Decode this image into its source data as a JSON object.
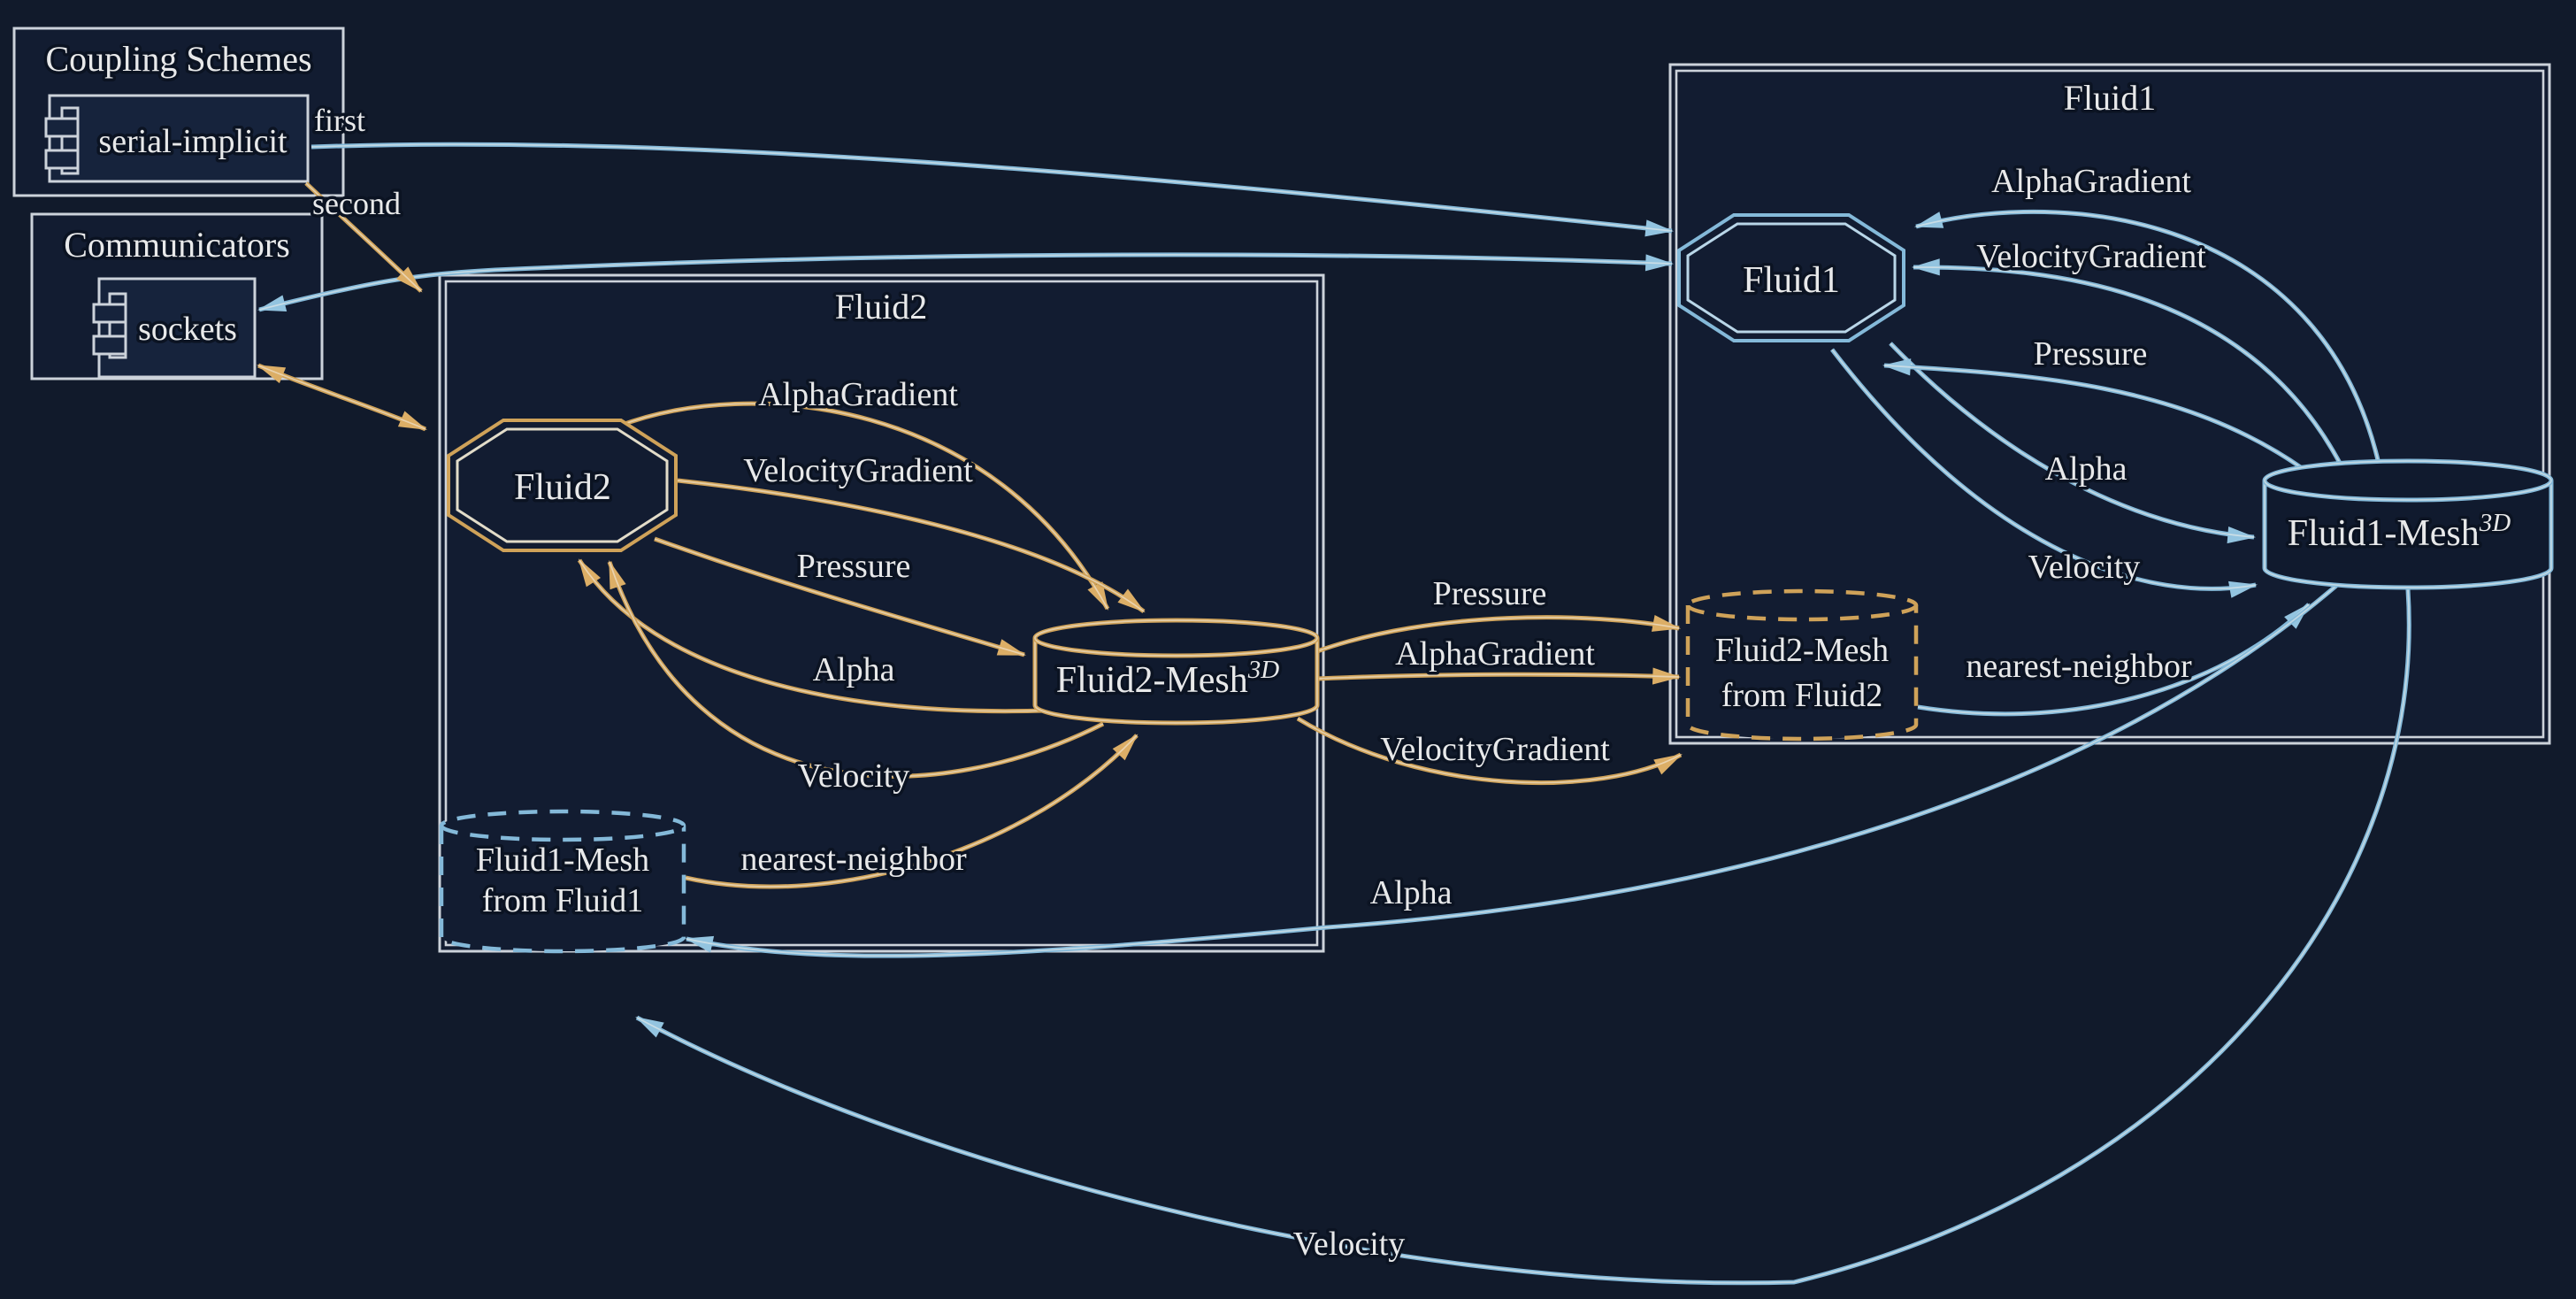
{
  "diagram": {
    "coupling_schemes": {
      "title": "Coupling Schemes",
      "item": "serial-implicit"
    },
    "communicators": {
      "title": "Communicators",
      "item": "sockets"
    },
    "scheme_labels": {
      "first": "first",
      "second": "second"
    },
    "fluid2": {
      "title": "Fluid2",
      "participant": "Fluid2",
      "mesh_name": "Fluid2-Mesh",
      "mesh_sup": "3D",
      "received_mesh_line1": "Fluid1-Mesh",
      "received_mesh_line2": "from Fluid1",
      "writes": [
        "AlphaGradient",
        "VelocityGradient",
        "Pressure"
      ],
      "reads": [
        "Alpha",
        "Velocity"
      ],
      "mapping": "nearest-neighbor"
    },
    "fluid1": {
      "title": "Fluid1",
      "participant": "Fluid1",
      "mesh_name": "Fluid1-Mesh",
      "mesh_sup": "3D",
      "received_mesh_line1": "Fluid2-Mesh",
      "received_mesh_line2": "from Fluid2",
      "reads": [
        "AlphaGradient",
        "VelocityGradient",
        "Pressure"
      ],
      "writes": [
        "Alpha",
        "Velocity"
      ],
      "mapping": "nearest-neighbor"
    },
    "exchanges": {
      "fluid2_to_fluid1": [
        "Pressure",
        "AlphaGradient",
        "VelocityGradient"
      ],
      "fluid1_to_fluid2": [
        "Alpha",
        "Velocity"
      ]
    },
    "colors": {
      "background": "#111a2b",
      "border": "#ccd2da",
      "fluid1_accent": "#84b9d9",
      "fluid2_accent": "#cfa259",
      "text": "#e8e9ea"
    }
  }
}
